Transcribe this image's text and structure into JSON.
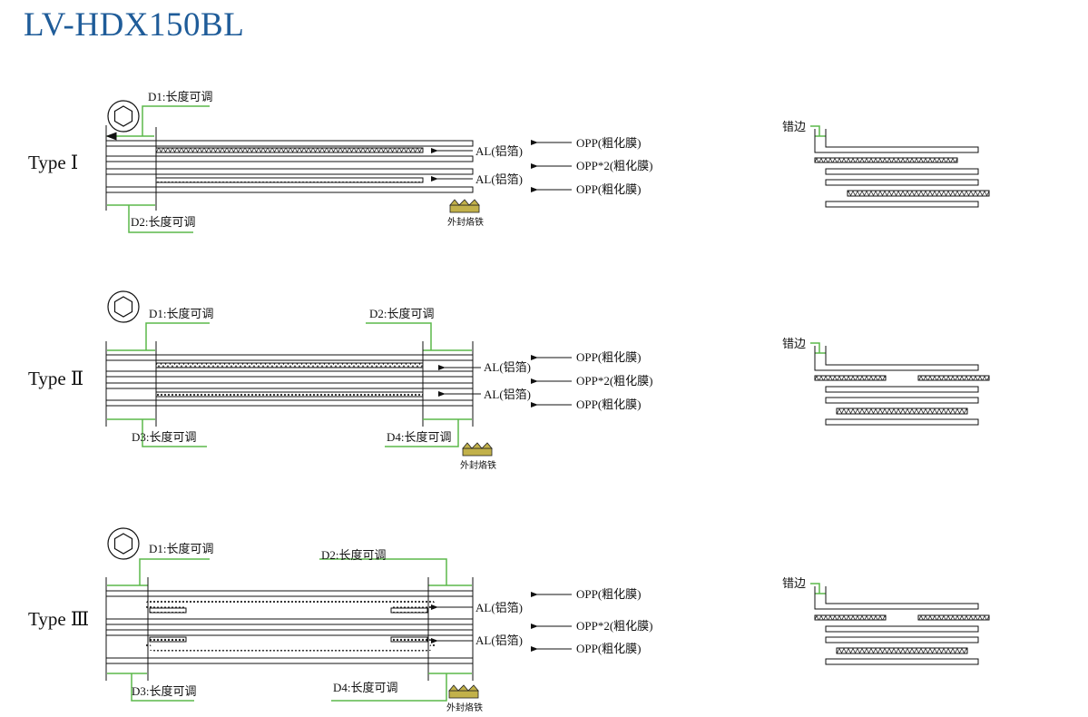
{
  "header": {
    "model": "LV-HDX150BL"
  },
  "colors": {
    "title": "#1f5c99",
    "dimension_line": "#5bb84a",
    "seal_iron": "#c2b14a"
  },
  "labels": {
    "al": "AL(铝箔)",
    "opp": "OPP(粗化膜)",
    "opp2": "OPP*2(粗化膜)",
    "seal": "外封烙铁",
    "offset": "错边"
  },
  "types": [
    {
      "name": "Type Ⅰ",
      "icon": "hex-nut-icon",
      "dims": [
        "D1:长度可调",
        "D2:长度可调"
      ]
    },
    {
      "name": "Type Ⅱ",
      "icon": "hex-nut-icon",
      "dims": [
        "D1:长度可调",
        "D2:长度可调",
        "D3:长度可调",
        "D4:长度可调"
      ]
    },
    {
      "name": "Type Ⅲ",
      "icon": "hex-nut-icon",
      "dims": [
        "D1:长度可调",
        "D2:长度可调",
        "D3:长度可调",
        "D4:长度可调"
      ]
    }
  ]
}
